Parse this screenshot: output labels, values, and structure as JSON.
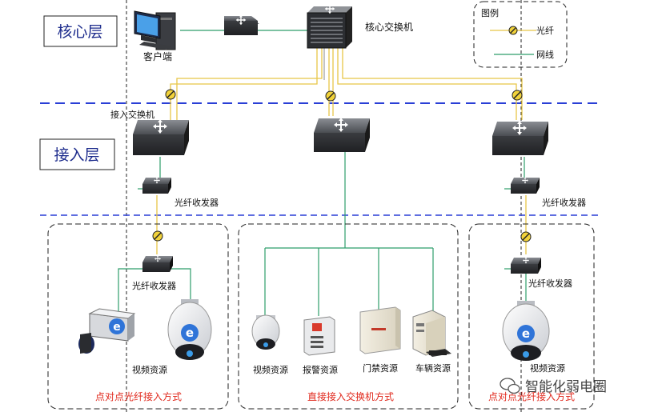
{
  "layers": {
    "core": "核心层",
    "access": "接入层"
  },
  "devices": {
    "client": "客户端",
    "core_switch": "核心交换机",
    "access_switch": "接入交换机",
    "transceiver_left": "光纤收发器",
    "transceiver_right": "光纤收发器",
    "transceiver_box_left": "光纤收发器",
    "transceiver_box_right": "光纤收发器"
  },
  "resources": {
    "video_left": "视频资源",
    "video_mid": "视频资源",
    "alarm": "报警资源",
    "access_control": "门禁资源",
    "vehicle": "车辆资源",
    "video_right": "视频资源"
  },
  "groups": {
    "left": "点对点光纤接入方式",
    "middle": "直接接入交换机方式",
    "right": "点对点光纤接入方式"
  },
  "legend": {
    "title": "图例",
    "fiber": "光纤",
    "cable": "网线"
  },
  "watermark": "智能化弱电圈",
  "colors": {
    "fiber": "#e8c547",
    "cable": "#2e9e6b",
    "layer_divider": "#2a3fd6",
    "group_label": "#e0281c"
  }
}
